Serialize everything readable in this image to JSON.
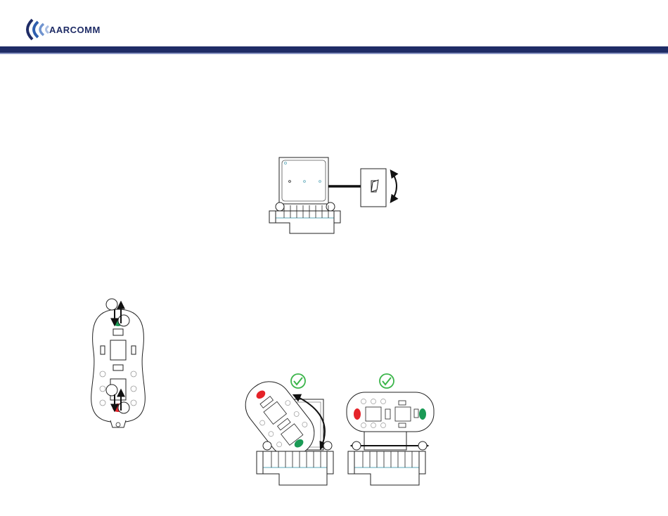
{
  "header": {
    "brand_name": "AARCOMM",
    "logo_icon": "aarcomm-wave-logo",
    "band_color": "#1f2c66",
    "brand_color": "#1f2c66"
  },
  "colors": {
    "red_marker": "#e52329",
    "green_marker": "#1a9a55",
    "check_green": "#3bb54a",
    "connector_teal": "#5aa7b8",
    "outline": "#222222"
  },
  "figures": {
    "top": {
      "icons": [
        "device-box",
        "cable",
        "toggle-switch-icon",
        "rotate-arrow-icon",
        "connector-base"
      ]
    },
    "left": {
      "icons": [
        "remote-front-icon",
        "up-arrow-icon",
        "down-arrow-icon"
      ]
    },
    "bottom_left": {
      "icons": [
        "checkmark-icon",
        "tilted-remote-icon",
        "rotate-arrow-icon",
        "connector-base"
      ]
    },
    "bottom_right": {
      "icons": [
        "checkmark-icon",
        "horizontal-remote-icon",
        "double-arrow-icon",
        "connector-base"
      ]
    }
  }
}
